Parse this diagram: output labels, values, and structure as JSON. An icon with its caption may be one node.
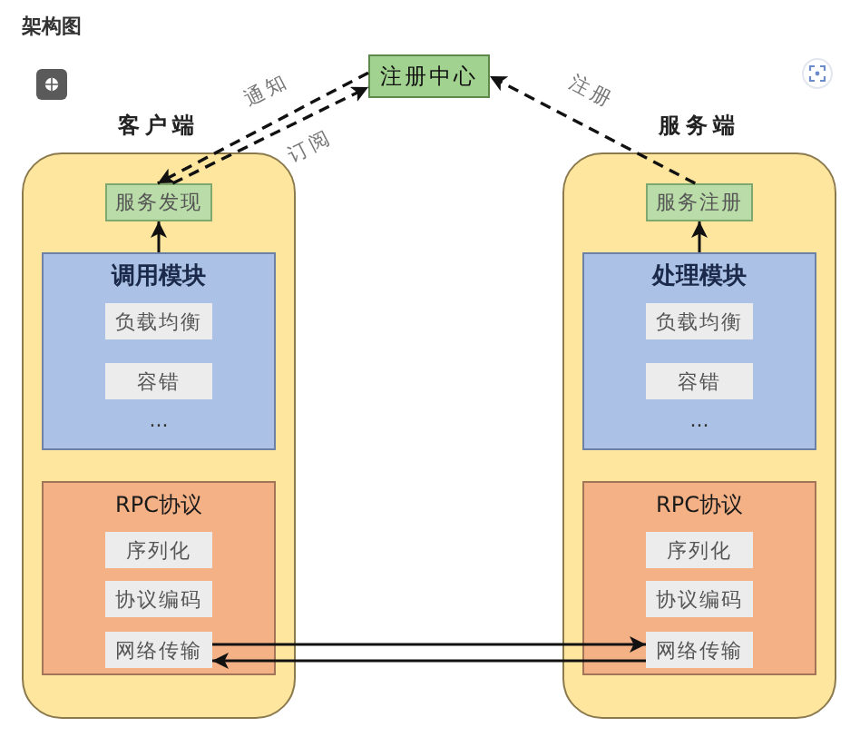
{
  "diagram": {
    "title": "架构图",
    "nodes": [
      {
        "text": [
          "注册中心"
        ]
      },
      {
        "text": [
          "客户端"
        ]
      },
      {
        "text": [
          "服务发现"
        ],
        "in": 1
      },
      {
        "text": [
          "调用模块",
          "..."
        ],
        "in": 1
      },
      {
        "text": [
          "负载均衡"
        ],
        "in": 3
      },
      {
        "text": [
          "容错"
        ],
        "in": 3
      },
      {
        "text": [
          "RPC协议"
        ],
        "in": 1
      },
      {
        "text": [
          "序列化"
        ],
        "in": 6
      },
      {
        "text": [
          "协议编码"
        ],
        "in": 6
      },
      {
        "text": [
          "网络传输"
        ],
        "in": 6
      },
      {
        "text": [
          "服务端"
        ]
      },
      {
        "text": [
          "服务注册"
        ],
        "in": 10
      },
      {
        "text": [
          "处理模块",
          "..."
        ],
        "in": 10
      },
      {
        "text": [
          "负载均衡"
        ],
        "in": 12
      },
      {
        "text": [
          "容错"
        ],
        "in": 12
      },
      {
        "text": [
          "RPC协议"
        ],
        "in": 10
      },
      {
        "text": [
          "序列化"
        ],
        "in": 15
      },
      {
        "text": [
          "协议编码"
        ],
        "in": 15
      },
      {
        "text": [
          "网络传输"
        ],
        "in": 15
      }
    ],
    "edges": [
      {
        "from": 0,
        "to": 2,
        "arrow": "to",
        "label": "通知",
        "style": "dashed"
      },
      {
        "from": 2,
        "to": 0,
        "arrow": "to",
        "label": "订阅",
        "style": "dashed"
      },
      {
        "from": 11,
        "to": 0,
        "arrow": "to",
        "label": "注册",
        "style": "dashed"
      },
      {
        "from": 3,
        "to": 2,
        "arrow": "to"
      },
      {
        "from": 12,
        "to": 11,
        "arrow": "to"
      },
      {
        "from": 9,
        "to": 18,
        "arrow": "to"
      },
      {
        "from": 18,
        "to": 9,
        "arrow": "to"
      }
    ]
  }
}
